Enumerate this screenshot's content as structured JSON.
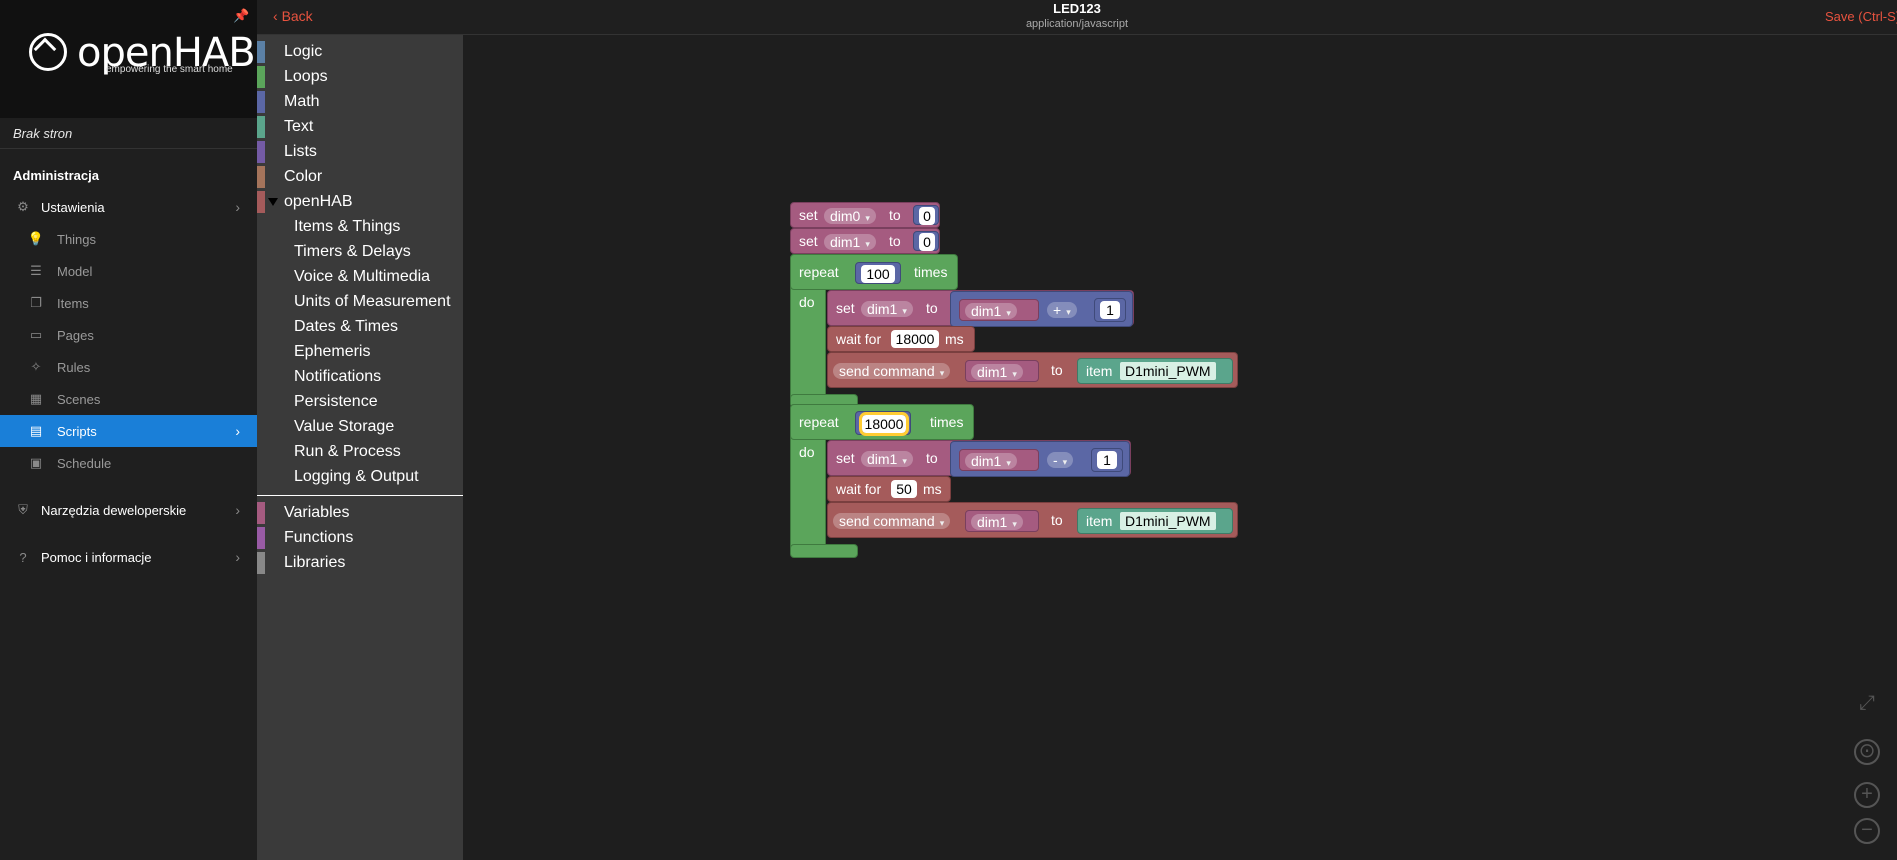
{
  "sidebar": {
    "logo_text": "openHAB",
    "logo_tagline": "empowering the smart home",
    "no_pages": "Brak stron",
    "section_title": "Administracja",
    "items": [
      {
        "label": "Ustawienia",
        "icon": "gear-icon"
      },
      {
        "label": "Things",
        "icon": "lightbulb-icon"
      },
      {
        "label": "Model",
        "icon": "list-icon"
      },
      {
        "label": "Items",
        "icon": "items-icon"
      },
      {
        "label": "Pages",
        "icon": "monitor-icon"
      },
      {
        "label": "Rules",
        "icon": "wand-icon"
      },
      {
        "label": "Scenes",
        "icon": "film-icon"
      },
      {
        "label": "Scripts",
        "icon": "document-icon"
      },
      {
        "label": "Schedule",
        "icon": "calendar-icon"
      },
      {
        "label": "Narzędzia deweloperskie",
        "icon": "shield-icon"
      },
      {
        "label": "Pomoc i informacje",
        "icon": "help-icon"
      }
    ]
  },
  "topbar": {
    "back_label": "Back",
    "title": "LED123",
    "subtitle": "application/javascript",
    "save_label": "Save (Ctrl-S)"
  },
  "toolbox": {
    "categories": [
      {
        "label": "Logic",
        "color": "#5b80a5"
      },
      {
        "label": "Loops",
        "color": "#5ba55b"
      },
      {
        "label": "Math",
        "color": "#5b67a5"
      },
      {
        "label": "Text",
        "color": "#5ba58c"
      },
      {
        "label": "Lists",
        "color": "#745ba5"
      },
      {
        "label": "Color",
        "color": "#a5745b"
      },
      {
        "label": "openHAB",
        "color": "#a55b5b"
      },
      {
        "label": "Items & Things"
      },
      {
        "label": "Timers & Delays"
      },
      {
        "label": "Voice & Multimedia"
      },
      {
        "label": "Units of Measurement"
      },
      {
        "label": "Dates & Times"
      },
      {
        "label": "Ephemeris"
      },
      {
        "label": "Notifications"
      },
      {
        "label": "Persistence"
      },
      {
        "label": "Value Storage"
      },
      {
        "label": "Run & Process"
      },
      {
        "label": "Logging & Output"
      },
      {
        "label": "Variables",
        "color": "#a55b80"
      },
      {
        "label": "Functions",
        "color": "#995ba5"
      },
      {
        "label": "Libraries",
        "color": "#888888"
      }
    ]
  },
  "blocks": {
    "set": "set",
    "to": "to",
    "repeat": "repeat",
    "times": "times",
    "do": "do",
    "wait_for": "wait for",
    "ms": "ms",
    "send_command": "send command",
    "item": "item",
    "var_dim0": "dim0",
    "var_dim1": "dim1",
    "zero": "0",
    "repeat1_count": "100",
    "repeat2_count": "18000",
    "op_plus": "+",
    "op_minus": "-",
    "one": "1",
    "wait1": "18000",
    "wait2": "50",
    "item_name": "D1mini_PWM"
  }
}
